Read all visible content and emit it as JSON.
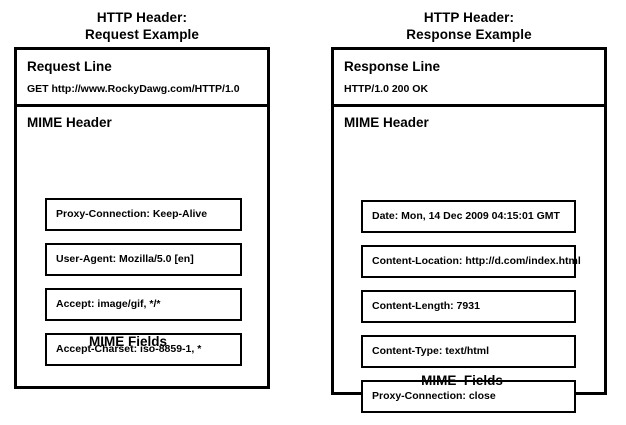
{
  "left_panel": {
    "title_line1": "HTTP Header:",
    "title_line2": "Request Example",
    "start_line_title": "Request Line",
    "start_line_value": "GET http://www.RockyDawg.com/HTTP/1.0",
    "mime_header_title": "MIME Header",
    "fields_caption": "MIME Fields",
    "fields": [
      {
        "text": "Proxy-Connection: Keep-Alive"
      },
      {
        "text": "User-Agent: Mozilla/5.0 [en]"
      },
      {
        "text": "Accept: image/gif, */*"
      },
      {
        "text": "Accept-Charset:  iso-8859-1, *"
      }
    ]
  },
  "right_panel": {
    "title_line1": "HTTP Header:",
    "title_line2": "Response Example",
    "start_line_title": "Response Line",
    "start_line_value": "HTTP/1.0 200 OK",
    "mime_header_title": "MIME Header",
    "fields_caption": "MIME  Fields",
    "fields": [
      {
        "text": "Date: Mon, 14 Dec 2009 04:15:01 GMT"
      },
      {
        "text": "Content-Location: http://d.com/index.html"
      },
      {
        "text": "Content-Length: 7931"
      },
      {
        "text": "Content-Type: text/html"
      },
      {
        "text": "Proxy-Connection: close"
      }
    ]
  },
  "colors": {
    "background": "#ffffff",
    "line": "#000000",
    "text": "#000000"
  }
}
